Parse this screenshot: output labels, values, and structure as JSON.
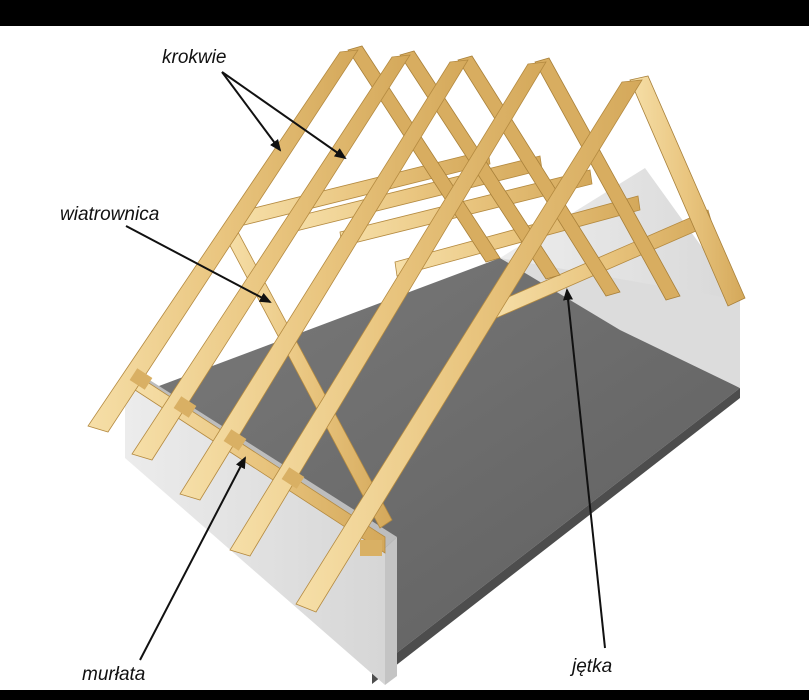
{
  "labels": {
    "krokwie": "krokwie",
    "wiatrownica": "wiatrownica",
    "murlata": "murłata",
    "jetka": "jętka"
  },
  "colors": {
    "background": "#ffffff",
    "frame_border": "#000000",
    "wood_light": "#f2d69a",
    "wood_mid": "#e2bd72",
    "wood_dark": "#c79a4a",
    "wall_light": "#e7e7e7",
    "wall_shade": "#cfcfcf",
    "floor": "#6f6f6f",
    "floor_dark": "#5a5a5a",
    "arrow": "#111111"
  }
}
